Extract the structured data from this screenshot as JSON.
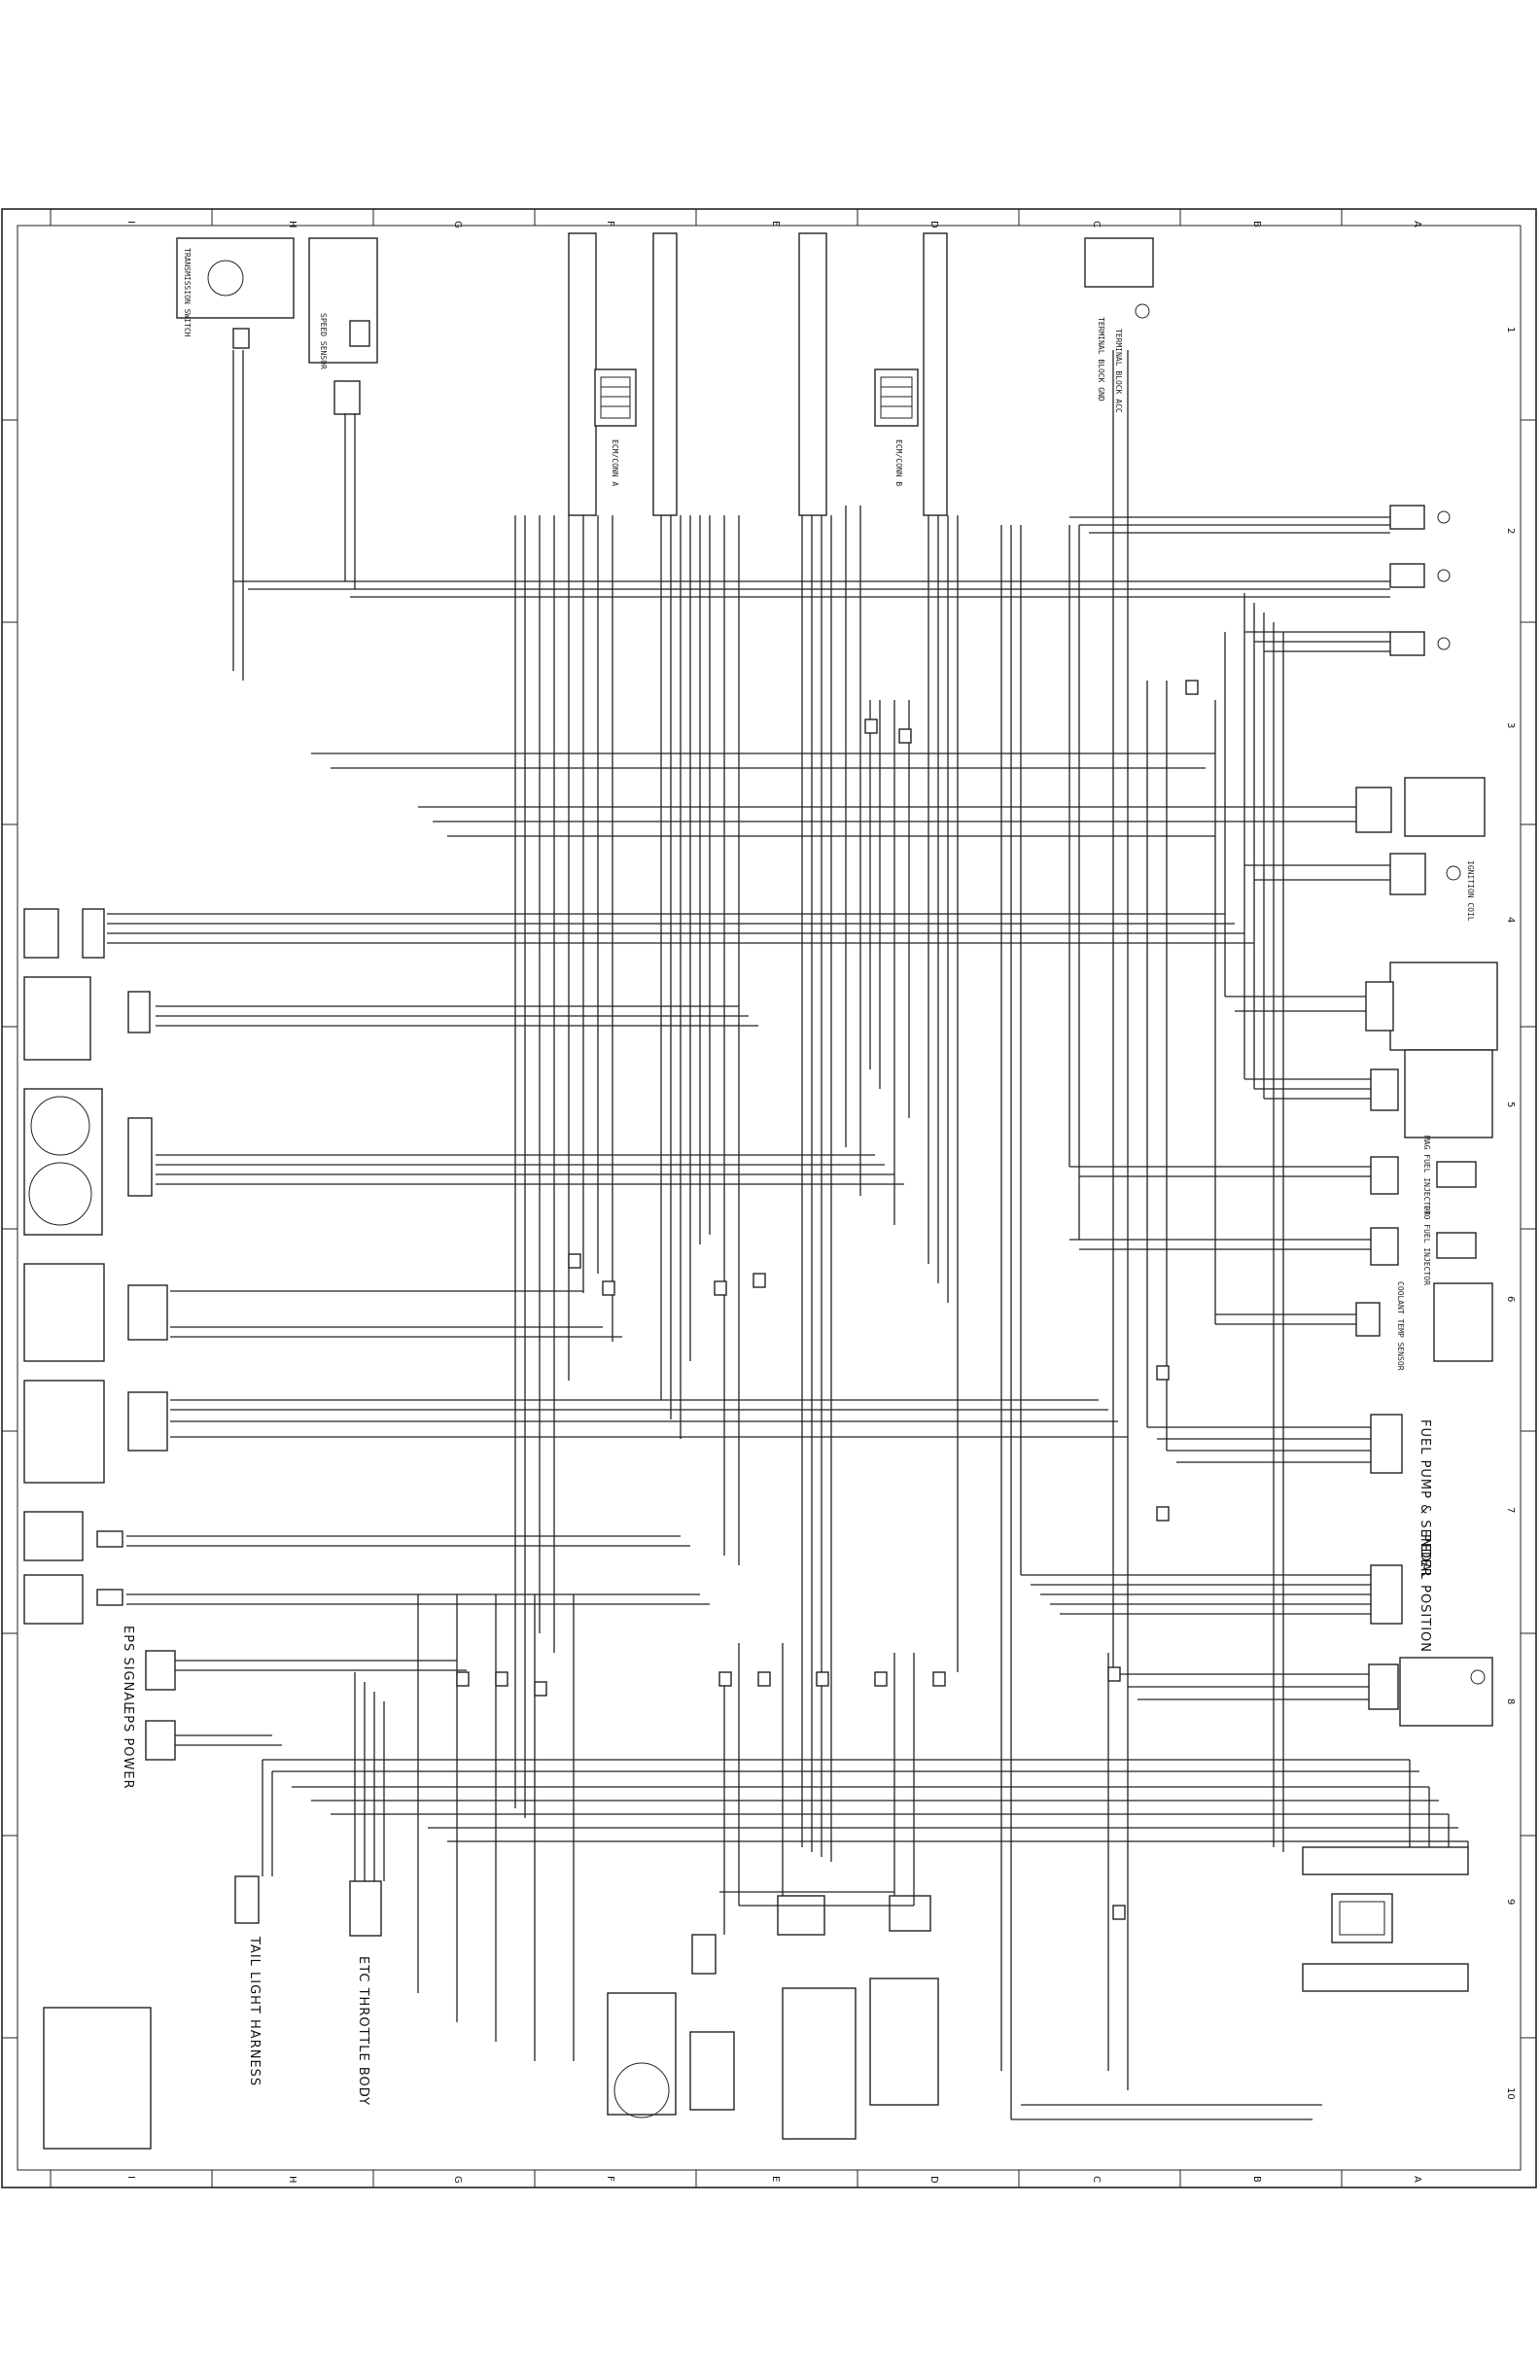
{
  "grid": {
    "letters": [
      "I",
      "H",
      "G",
      "F",
      "E",
      "D",
      "C",
      "B",
      "A"
    ],
    "numbers": [
      "1",
      "2",
      "3",
      "4",
      "5",
      "6",
      "7",
      "8",
      "9",
      "10"
    ]
  },
  "components": {
    "tail_light_harness": "TAIL LIGHT HARNESS",
    "etc_throttle_body": "ETC THROTTLE BODY",
    "eps_signal": "EPS SIGNAL",
    "eps_power": "EPS POWER",
    "terminal_block_gnd": "TERMINAL BLOCK GND",
    "terminal_block_acc": "TERMINAL BLOCK ACC",
    "ecm_conn_a": "ECM/CONN A",
    "ecm_conn_b": "ECM/CONN B",
    "fuel_pump_sender": "FUEL PUMP & SENDER",
    "pedal_position_sensor": "PEDAL POSITION SENSOR",
    "coolant_temp_sensor": "COOLANT TEMP SENSOR",
    "ignition_coil": "IGNITION COIL",
    "mag_fuel_injector": "MAG FUEL INJECTOR",
    "pto_fuel_injector": "PTO FUEL INJECTOR",
    "transmission_switch": "TRANSMISSION SWITCH",
    "speed_sensor": "SPEED SENSOR"
  }
}
